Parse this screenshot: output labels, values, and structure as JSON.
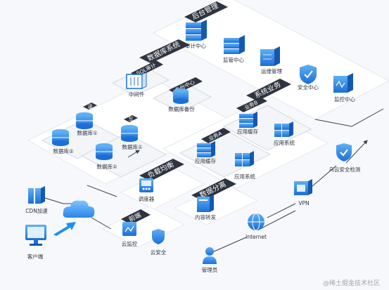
{
  "sections": {
    "backend": "后台管理",
    "database_system": "数据库系统",
    "business_system": "系统业务",
    "load_balance": "负载均衡",
    "data_distribution": "数据分离",
    "frontend": "前端"
  },
  "nodes": {
    "audit_center": "审计中心",
    "monitoring_center": "监管中心",
    "ops_management": "运维管理",
    "security_center": "安全中心",
    "control_center": "监控中心",
    "sql_audit": "SQL审计",
    "middleware": "中间件",
    "backup_center": "备份中心",
    "db_backup": "数据库备份",
    "read_tag": "读",
    "write_tag": "写",
    "db_read_1": "数据库①",
    "db_read_2": "数据库②",
    "db_write_1": "数据库①",
    "db_write_2": "数据库②",
    "business_b": "业务B",
    "business_a": "业务A",
    "b_cache": "应用缓存",
    "b_system": "应用系统",
    "a_cache": "应用缓存",
    "a_system": "应用系统",
    "scheduler": "调度器",
    "content_forward": "内容转发",
    "cloud_monitor": "云监控",
    "cloud_security": "云安全",
    "cdn": "CDN加速",
    "client": "客户端",
    "internet": "Internet",
    "vpn": "VPN",
    "aliyun_check": "乌云安全检测",
    "admin": "管理员"
  },
  "watermark": "@稀土掘金技术社区",
  "colors": {
    "blue": "#1b6fd6",
    "light_blue": "#4fa4ee",
    "dark_label": "#2e3440",
    "platform": "#ffffff",
    "line": "#3a3f4a"
  }
}
